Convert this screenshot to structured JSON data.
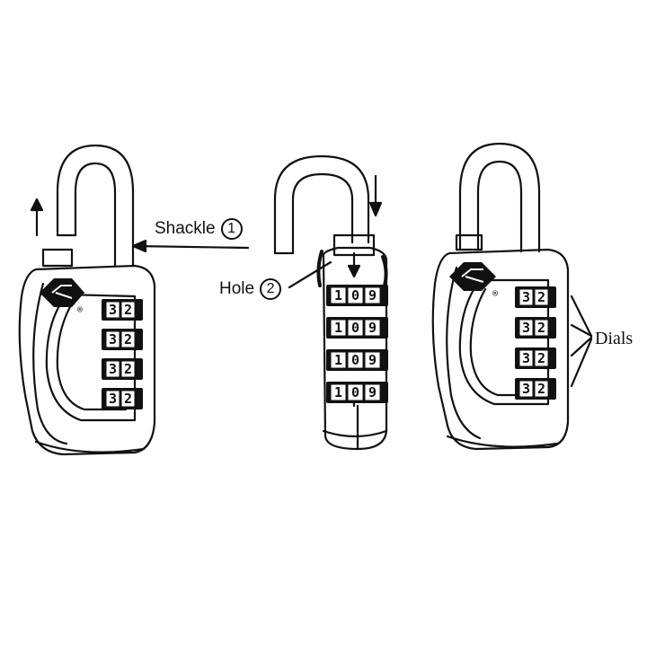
{
  "labels": {
    "shackle": {
      "text": "Shackle",
      "number": "1"
    },
    "hole": {
      "text": "Hole",
      "number": "2"
    },
    "dials": "Dials"
  },
  "locks": {
    "left": {
      "dial_digits": [
        [
          "3",
          "2"
        ],
        [
          "3",
          "2"
        ],
        [
          "3",
          "2"
        ],
        [
          "3",
          "2"
        ]
      ]
    },
    "middle": {
      "dial_digits": [
        [
          "1",
          "0",
          "9"
        ],
        [
          "1",
          "0",
          "9"
        ],
        [
          "1",
          "0",
          "9"
        ],
        [
          "1",
          "0",
          "9"
        ]
      ]
    },
    "right": {
      "dial_digits": [
        [
          "3",
          "2"
        ],
        [
          "3",
          "2"
        ],
        [
          "3",
          "2"
        ],
        [
          "3",
          "2"
        ]
      ]
    }
  },
  "registered_mark": "®",
  "colors": {
    "ink": "#111111",
    "background": "#ffffff"
  }
}
